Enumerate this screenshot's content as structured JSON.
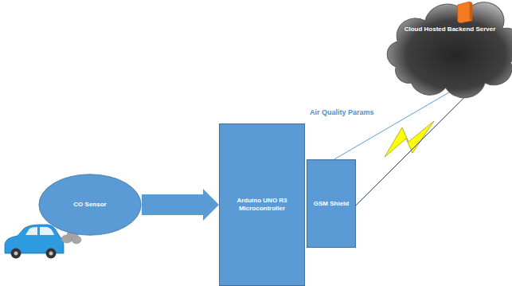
{
  "diagram": {
    "nodes": [
      {
        "text": [
          "CO Sensor"
        ]
      },
      {
        "text": [
          "Arduino UNO R3 Microcontroller"
        ]
      },
      {
        "text": [
          "GSM Shield"
        ]
      },
      {
        "text": [
          "Cloud Hosted Backend Server"
        ]
      }
    ],
    "edges": [
      {
        "from": 0,
        "to": 1,
        "arrow": "to"
      },
      {
        "from": 2,
        "to": 3,
        "label": "Air Quality Params",
        "arrow": "to"
      },
      {
        "from": 2,
        "to": 3,
        "arrow": "none"
      }
    ]
  }
}
